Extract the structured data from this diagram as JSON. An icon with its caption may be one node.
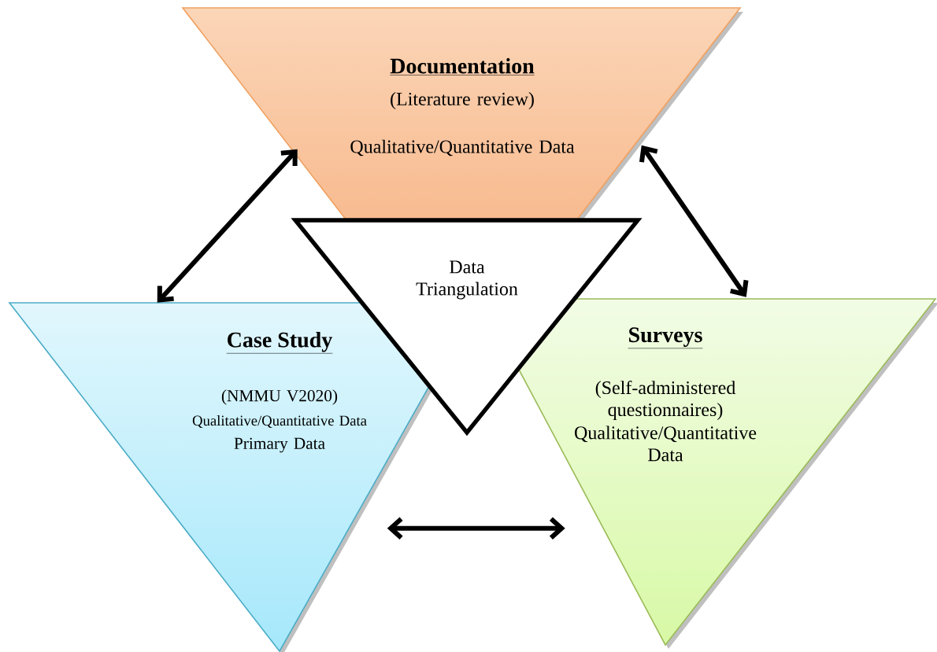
{
  "diagram": {
    "nodes": [
      {
        "text": [
          "Documentation",
          "(Literature review)",
          "Qualitative/Quantitative Data"
        ]
      },
      {
        "text": [
          "Data Triangulation"
        ]
      },
      {
        "text": [
          "Case Study",
          "(NMMU V2020)",
          "Qualitative/Quantitative Data",
          "Primary Data"
        ]
      },
      {
        "text": [
          "Surveys",
          "(Self-administered questionnaires)",
          "Qualitative/Quantitative Data"
        ]
      }
    ],
    "edges": [
      {
        "from": 0,
        "to": 2,
        "arrow": "both"
      },
      {
        "from": 0,
        "to": 3,
        "arrow": "both"
      },
      {
        "from": 2,
        "to": 3,
        "arrow": "both"
      }
    ]
  }
}
